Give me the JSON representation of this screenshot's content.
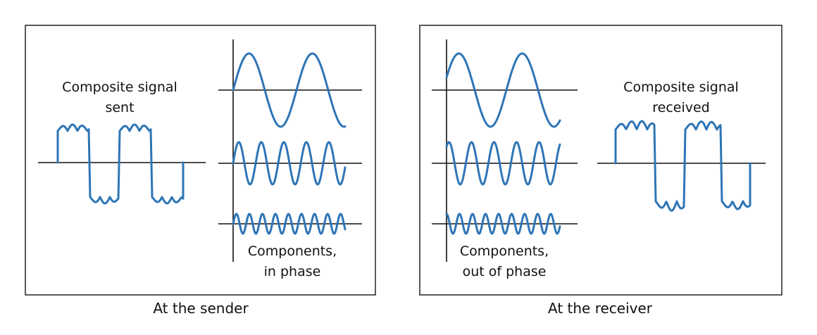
{
  "colors": {
    "wave": "#2e75b6",
    "axis": "#111111",
    "frame": "#222222"
  },
  "sender": {
    "caption": "At the sender",
    "composite_label": [
      "Composite signal",
      "sent"
    ],
    "components_label": [
      "Components,",
      "in phase"
    ]
  },
  "receiver": {
    "caption": "At the receiver",
    "composite_label": [
      "Composite signal",
      "received"
    ],
    "components_label": [
      "Components,",
      "out of phase"
    ]
  }
}
